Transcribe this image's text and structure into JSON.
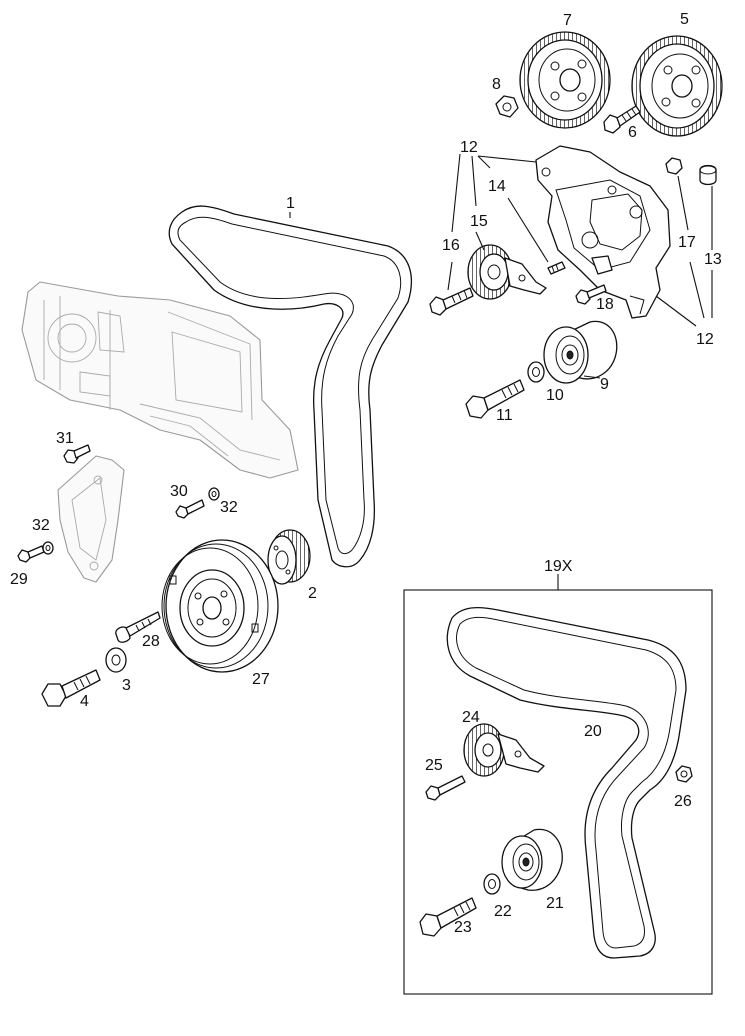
{
  "labels": {
    "p1": "1",
    "p2": "2",
    "p3": "3",
    "p4": "4",
    "p5": "5",
    "p6": "6",
    "p7": "7",
    "p8": "8",
    "p9": "9",
    "p10": "10",
    "p11": "11",
    "p12a": "12",
    "p12b": "12",
    "p13": "13",
    "p14": "14",
    "p15": "15",
    "p16": "16",
    "p17": "17",
    "p18": "18",
    "p19x": "19X",
    "p20": "20",
    "p21": "21",
    "p22": "22",
    "p23": "23",
    "p24": "24",
    "p25": "25",
    "p26": "26",
    "p27": "27",
    "p28": "28",
    "p29": "29",
    "p30": "30",
    "p31": "31",
    "p32a": "32",
    "p32b": "32"
  },
  "colors": {
    "line": "#111111",
    "ghost": "#9a9a9a",
    "background": "#ffffff"
  }
}
